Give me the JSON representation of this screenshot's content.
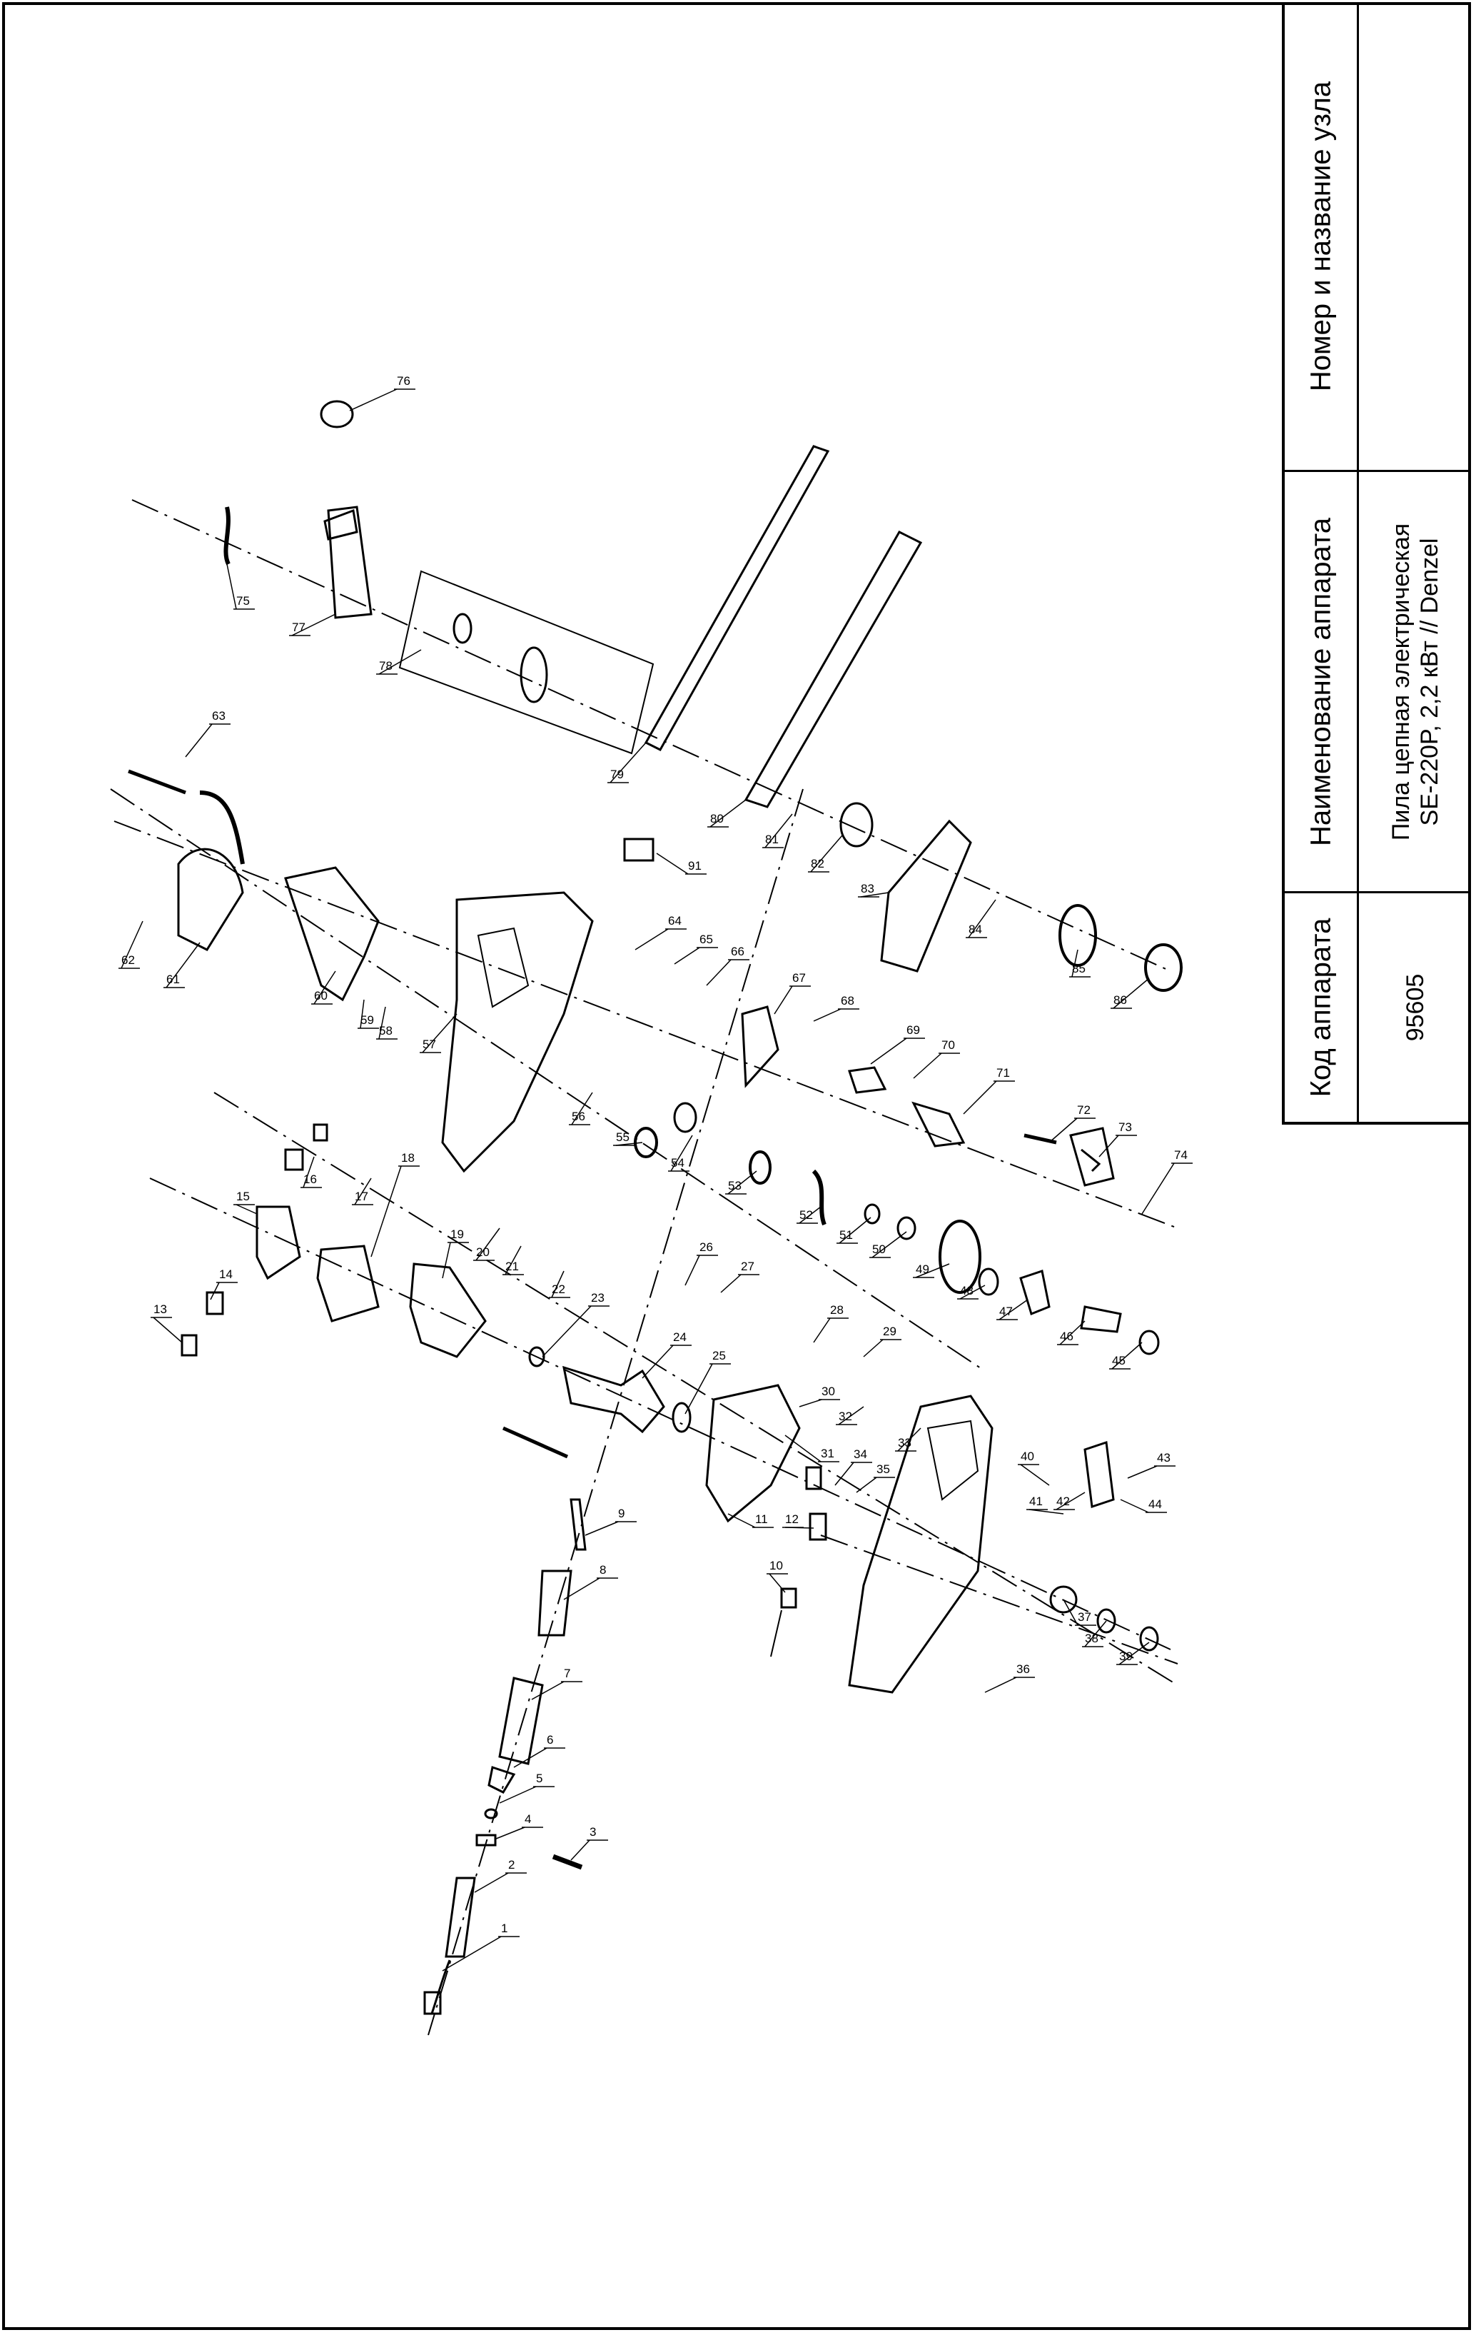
{
  "title_block": {
    "header_node": "Номер и название узла",
    "header_device_name": "Наименование аппарата",
    "header_device_code": "Код аппарата",
    "device_name_line1": "Пила цепная электрическая",
    "device_name_line2": "SE-220P, 2,2 кВт // Denzel",
    "device_code": "95605",
    "node_value": ""
  },
  "part_numbers": [
    "1",
    "2",
    "3",
    "4",
    "5",
    "6",
    "7",
    "8",
    "9",
    "10",
    "11",
    "12",
    "13",
    "14",
    "15",
    "16",
    "17",
    "18",
    "19",
    "20",
    "21",
    "22",
    "23",
    "24",
    "25",
    "26",
    "27",
    "28",
    "29",
    "30",
    "31",
    "32",
    "33",
    "34",
    "35",
    "36",
    "37",
    "38",
    "39",
    "40",
    "41",
    "42",
    "43",
    "44",
    "45",
    "46",
    "47",
    "48",
    "49",
    "50",
    "51",
    "52",
    "53",
    "54",
    "55",
    "56",
    "57",
    "58",
    "59",
    "60",
    "61",
    "62",
    "63",
    "64",
    "65",
    "66",
    "67",
    "68",
    "69",
    "70",
    "71",
    "72",
    "73",
    "74",
    "75",
    "76",
    "77",
    "78",
    "79",
    "80",
    "81",
    "82",
    "83",
    "84",
    "85",
    "86",
    "91"
  ]
}
